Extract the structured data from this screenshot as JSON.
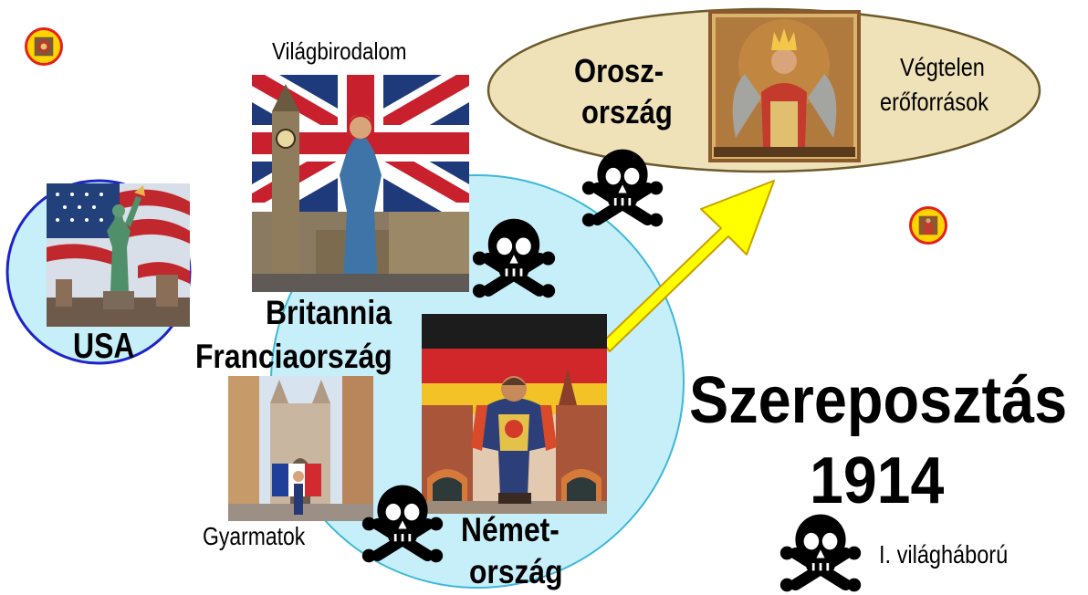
{
  "title": "Szereposztás",
  "year": "1914",
  "labels": {
    "vilagbirodalom": "Világbirodalom",
    "britannia": "Britannia",
    "franciaorszag": "Franciaország",
    "usa": "USA",
    "gyarmatok": "Gyarmatok",
    "nemet_line1": "Német-",
    "nemet_line2": "ország",
    "orosz_line1": "Orosz-",
    "orosz_line2": "ország",
    "vegtelen_line1": "Végtelen",
    "vegtelen_line2": "erőforrások",
    "war": "I. világháború"
  },
  "icons": {
    "skull": "skull-and-crossbones-icon",
    "arrow": "arrow-icon",
    "badge": "emblem-icon"
  },
  "colors": {
    "usa_circle_fill": "#c6effa",
    "usa_circle_stroke": "#1d23c8",
    "europe_circle_fill": "#c6effa",
    "europe_circle_stroke": "#3cb8d8",
    "russia_ellipse_fill": "#efe2b8",
    "russia_ellipse_stroke": "#6b5a2a",
    "arrow_fill": "#ffff00",
    "arrow_stroke": "#c8a000",
    "badge_fill": "#ffd400",
    "badge_stroke": "#e3201b"
  }
}
